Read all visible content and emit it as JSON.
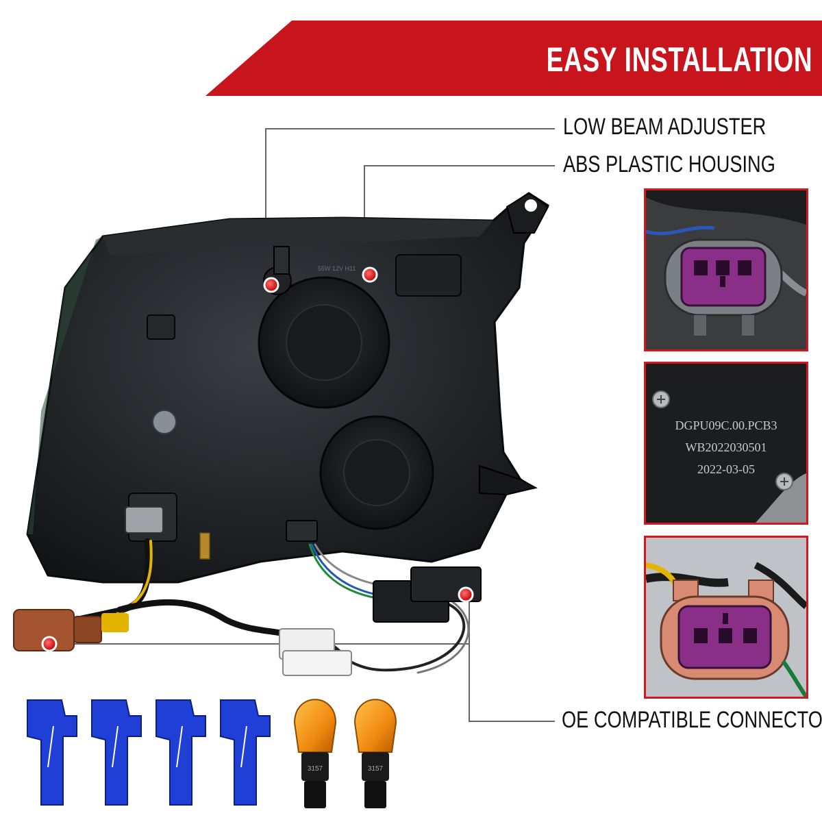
{
  "banner": {
    "title": "EASY INSTALLATION"
  },
  "callouts": {
    "low_beam_adjuster": "LOW BEAM ADJUSTER",
    "abs_plastic_housing": "ABS PLASTIC HOUSING",
    "oe_compatible_connectors": "OE COMPATIBLE CONNECTORS"
  },
  "housing_labels": {
    "bulb": "55W 12V H11"
  },
  "pcb_label": {
    "line1": "DGPU09C.00.PCB3",
    "line2": "WB2022030501",
    "line3": "2022-03-05"
  },
  "bulb_base_label": "3157",
  "colors": {
    "banner_red": "#c8141c",
    "frame_red": "#d11820",
    "connector_purple": "#8a2f88",
    "connector_salmon": "#d98a72",
    "tap_blue": "#1f3fd6",
    "bulb_amber": "#f08a10",
    "housing_dark": "#1e2123"
  }
}
